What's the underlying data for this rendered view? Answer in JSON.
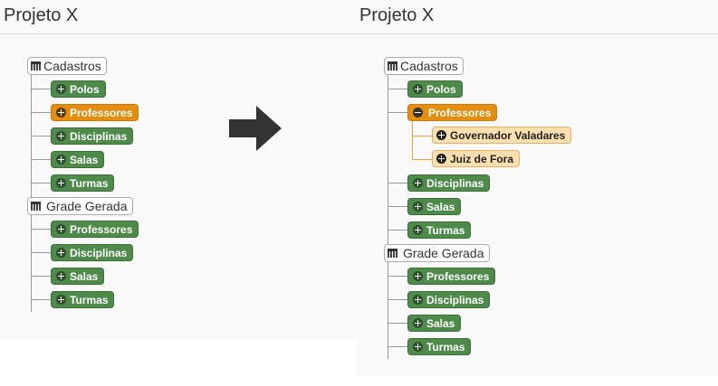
{
  "left": {
    "title": "Projeto X",
    "cadastros": {
      "label": "Cadastros",
      "icon": "calendar-icon",
      "items": [
        {
          "label": "Polos"
        },
        {
          "label": "Professores",
          "selected": true
        },
        {
          "label": "Disciplinas"
        },
        {
          "label": "Salas"
        },
        {
          "label": "Turmas"
        }
      ]
    },
    "grade": {
      "label": "Grade Gerada",
      "icon": "calendar-icon",
      "items": [
        {
          "label": "Professores"
        },
        {
          "label": "Disciplinas"
        },
        {
          "label": "Salas"
        },
        {
          "label": "Turmas"
        }
      ]
    }
  },
  "arrow": {
    "icon": "arrow-right-icon",
    "color": "#333333"
  },
  "right": {
    "title": "Projeto X",
    "cadastros": {
      "label": "Cadastros",
      "icon": "calendar-icon",
      "items": [
        {
          "label": "Polos"
        },
        {
          "label": "Professores",
          "expanded": true,
          "children": [
            {
              "label": "Governador Valadares"
            },
            {
              "label": "Juiz de Fora"
            }
          ]
        },
        {
          "label": "Disciplinas"
        },
        {
          "label": "Salas"
        },
        {
          "label": "Turmas"
        }
      ]
    },
    "grade": {
      "label": "Grade Gerada",
      "icon": "calendar-icon",
      "items": [
        {
          "label": "Professores"
        },
        {
          "label": "Disciplinas"
        },
        {
          "label": "Salas"
        },
        {
          "label": "Turmas"
        }
      ]
    }
  },
  "colors": {
    "green": "#4e8a4a",
    "orange": "#e58d0f",
    "peach": "#fddfb0"
  }
}
